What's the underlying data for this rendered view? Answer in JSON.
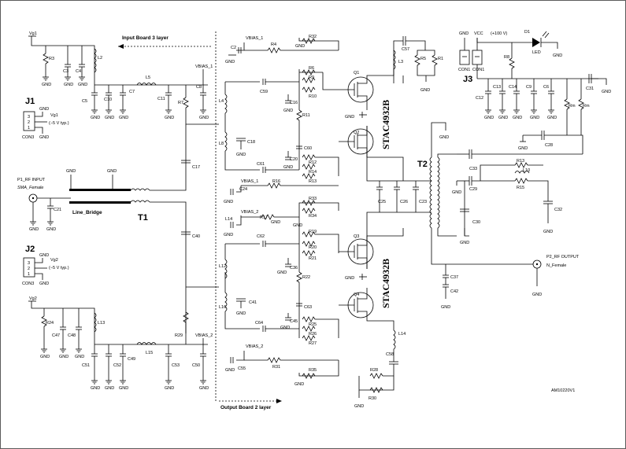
{
  "sections": {
    "input_board": "Input Board 3 layer",
    "output_board": "Output Board 2 layer"
  },
  "connectors": {
    "j1": {
      "name": "J1",
      "pins": [
        "3",
        "2",
        "1"
      ],
      "label": "CON3",
      "gnd": "GND",
      "vg": "Vg1",
      "note": "(−5 V typ.)"
    },
    "j2": {
      "name": "J2",
      "pins": [
        "3",
        "2",
        "1"
      ],
      "label": "CON3",
      "gnd": "GND",
      "vg": "Vg2",
      "note": "(−5 V typ.)"
    },
    "j3": {
      "name": "J3",
      "gnd": "GND",
      "vcc": "VCC",
      "voltage": "(+100 V)",
      "con1a": "CON1",
      "con1b": "CON1"
    }
  },
  "rf": {
    "input_label": "P1_RF INPUT",
    "input_connector": "SMA_Female",
    "output_label": "P2_RF OUTPUT",
    "output_connector": "N_Female",
    "line_bridge": "Line_Bridge",
    "t1": "T1",
    "t2": "T2"
  },
  "chips": {
    "upper": "STAC4932B",
    "lower": "STAC4932B"
  },
  "rails": {
    "vg1": "Vg1",
    "vg2": "Vg2",
    "vbias1": "VBIAS_1",
    "vbias2": "VBIAS_2"
  },
  "labels": {
    "L2": "L2",
    "R3": "R3",
    "C3": "C3",
    "C4": "C4",
    "C5": "C5",
    "C10": "C10",
    "C7": "C7",
    "L5": "L5",
    "C11": "C11",
    "C8": "C8",
    "R7": "R7",
    "C21": "C21",
    "C17": "C17",
    "C40": "C40",
    "R24": "R24",
    "C47": "C47",
    "C48": "C48",
    "L13": "L13",
    "C51": "C51",
    "C52": "C52",
    "C49": "C49",
    "L15": "L15",
    "C53": "C53",
    "C50": "C50",
    "R29": "R29",
    "C2": "C2",
    "R4": "R4",
    "R32": "R32",
    "L4": "L4",
    "C59": "C59",
    "C16": "C16",
    "R6": "R6",
    "R9": "R9",
    "R10": "R10",
    "R11": "R11",
    "L8": "L8",
    "C18": "C18",
    "C60": "C60",
    "C20": "C20",
    "R12": "R12",
    "R14": "R14",
    "C61": "C61",
    "R13b": "R13",
    "R16": "R16",
    "C24": "C24",
    "L14b": "L14",
    "R17": "R17",
    "R33": "R33",
    "R34": "R34",
    "C62": "C62",
    "R19": "R19",
    "R20": "R20",
    "R21": "R21",
    "C36": "C36",
    "R22": "R22",
    "L12": "L12",
    "L16": "L16",
    "C41": "C41",
    "C63": "C63",
    "C45": "C45",
    "R25": "R25",
    "C64": "C64",
    "R26": "R26",
    "R27": "R27",
    "C55": "C55",
    "R31": "R31",
    "R35": "R35",
    "Q1": "Q1",
    "Q2": "Q2",
    "Q3": "Q3",
    "Q4": "Q4",
    "C57": "C57",
    "L3": "L3",
    "R5": "R5",
    "R1": "R1",
    "C25": "C25",
    "C26": "C26",
    "C23": "C23",
    "L14": "L14",
    "C58": "C58",
    "R28": "R28",
    "R30": "R30",
    "C37": "C37",
    "C42": "C42",
    "D1": "D1",
    "LED": "LED",
    "R8": "R8",
    "C12": "C12",
    "C13": "C13",
    "C14": "C14",
    "C9": "C9",
    "C6": "C6",
    "C31": "C31",
    "Rm1": "Rm",
    "Rm2": "Rm",
    "C28": "C28",
    "C33": "C33",
    "C29": "C29",
    "R13": "R13",
    "L10": "L10",
    "R15": "R15",
    "C30": "C30",
    "C32": "C32"
  },
  "gnd": "GND",
  "doc_id": "AM10220V1"
}
